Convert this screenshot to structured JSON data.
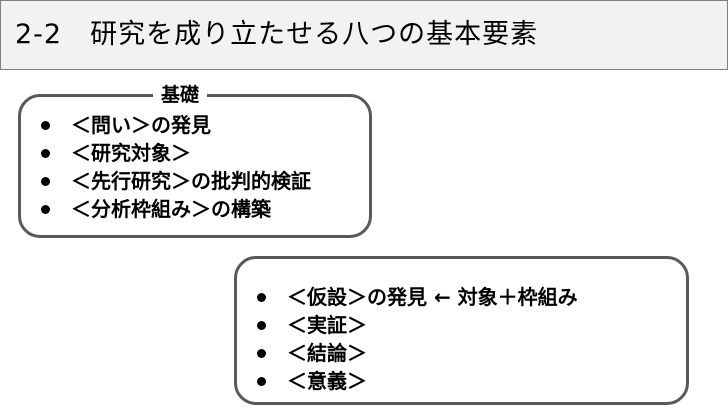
{
  "title": "2-2　研究を成り立たせる八つの基本要素",
  "foundation": {
    "label": "基礎",
    "items": [
      "＜問い＞の発見",
      "＜研究対象＞",
      "＜先行研究＞の批判的検証",
      "＜分析枠組み＞の構築"
    ]
  },
  "research": {
    "items": [
      "＜仮設＞の発見 ← 対象＋枠組み",
      "＜実証＞",
      "＜結論＞",
      "＜意義＞"
    ]
  },
  "colors": {
    "title_background": "#f2f2f2",
    "box_border": "#595959"
  }
}
